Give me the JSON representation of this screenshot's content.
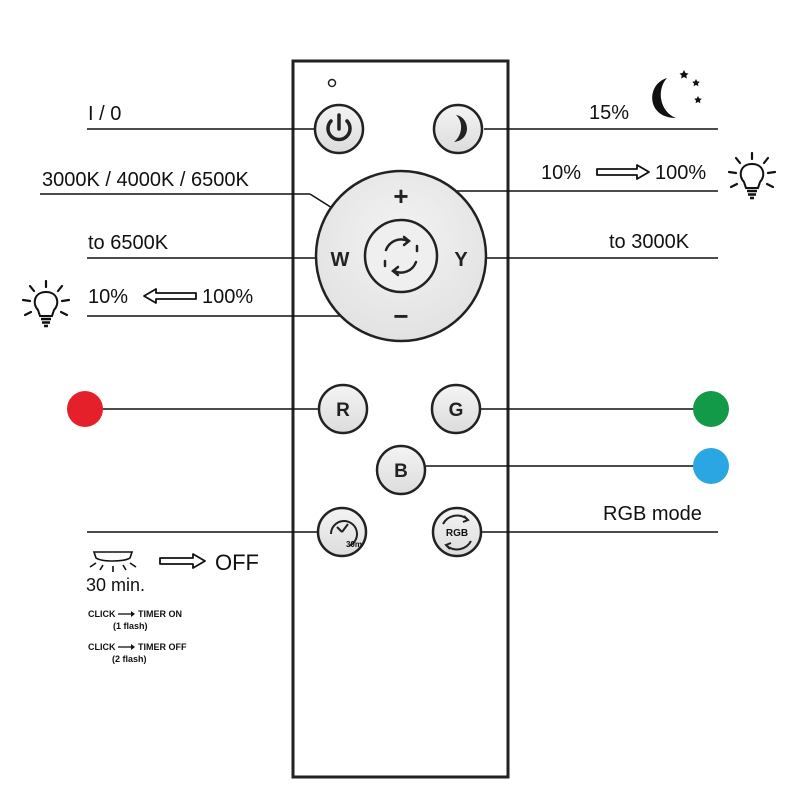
{
  "labels": {
    "power": "I / 0",
    "night": "15%",
    "cct_cycle": "3000K / 4000K / 6500K",
    "bright_up_from": "10%",
    "bright_up_to": "100%",
    "to_cold": "to 6500K",
    "to_warm": "to 3000K",
    "bright_down_from": "10%",
    "bright_down_to": "100%",
    "rgb_mode": "RGB mode",
    "timer_off": "OFF",
    "timer_duration": "30 min.",
    "timer_on_click": "CLICK",
    "timer_on_text": "TIMER ON",
    "timer_on_flash": "(1 flash)",
    "timer_off_click": "CLICK",
    "timer_off_text": "TIMER OFF",
    "timer_off_flash": "(2 flash)"
  },
  "buttons": {
    "plus": "+",
    "minus": "−",
    "white": "W",
    "yellow": "Y",
    "red": "R",
    "green": "G",
    "blue": "B",
    "timer": "30m",
    "rgb": "RGB"
  },
  "colors": {
    "red_dot": "#e5202a",
    "green_dot": "#129a48",
    "blue_dot": "#2aa7e3",
    "remote_body": "#ffffff",
    "button_fill": "#e9e9e9",
    "dial_fill": "#ececec",
    "stroke": "#222222"
  },
  "icons": [
    "led-dot-icon",
    "power-icon",
    "moon-icon",
    "stars-icon",
    "bulb-icon",
    "cycle-arrows-icon",
    "timer-icon",
    "rgb-cycle-icon",
    "ceiling-lamp-icon",
    "arrow-right-icon",
    "arrow-left-icon"
  ]
}
